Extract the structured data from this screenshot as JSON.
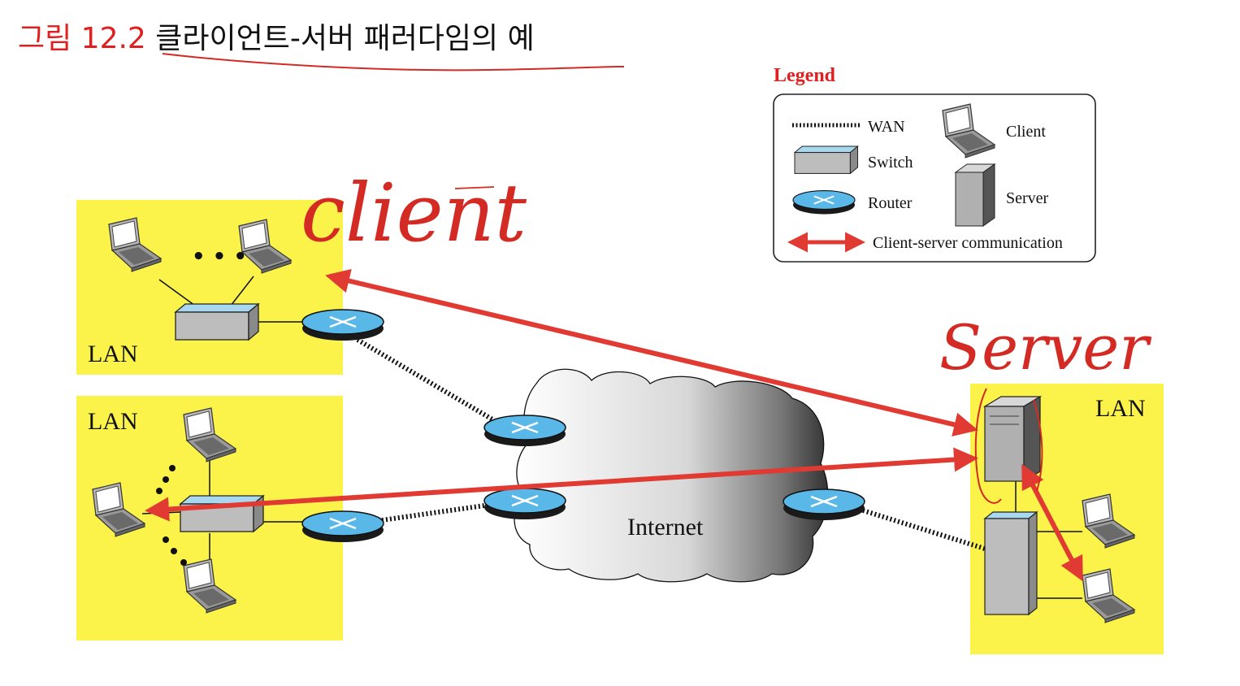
{
  "heading": {
    "figure_label": "그림 12.2",
    "title": "클라이언트-서버 패러다임의 예"
  },
  "legend": {
    "title": "Legend",
    "items": {
      "wan": "WAN",
      "switch": "Switch",
      "router": "Router",
      "client": "Client",
      "server": "Server",
      "comm": "Client-server communication"
    }
  },
  "diagram": {
    "lan_label": "LAN",
    "internet_label": "Internet",
    "ellipsis": "• • •"
  },
  "annotations": {
    "client": "client",
    "server": "Server"
  },
  "colors": {
    "lan_bg": "#fcf34a",
    "router": "#5ab8e8",
    "arrow": "#e03a32",
    "figure_label": "#e02020"
  }
}
